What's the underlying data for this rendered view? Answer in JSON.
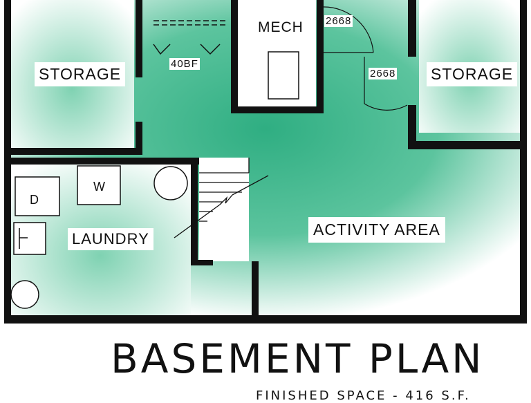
{
  "colors": {
    "floor_fill": "#3fb88f",
    "wall": "#111111",
    "room_white": "#ffffff"
  },
  "rooms": {
    "storage_left": "STORAGE",
    "storage_right": "STORAGE",
    "mech": "MECH",
    "laundry": "LAUNDRY",
    "activity_area": "ACTIVITY AREA"
  },
  "doors": {
    "mech_door": "2668",
    "storage_right_door": "2668",
    "closet": "40BF"
  },
  "appliances": {
    "dryer": "D",
    "washer": "W"
  },
  "title": {
    "main": "BASEMENT PLAN",
    "subtitle": "FINISHED SPACE - 416 S.F."
  }
}
